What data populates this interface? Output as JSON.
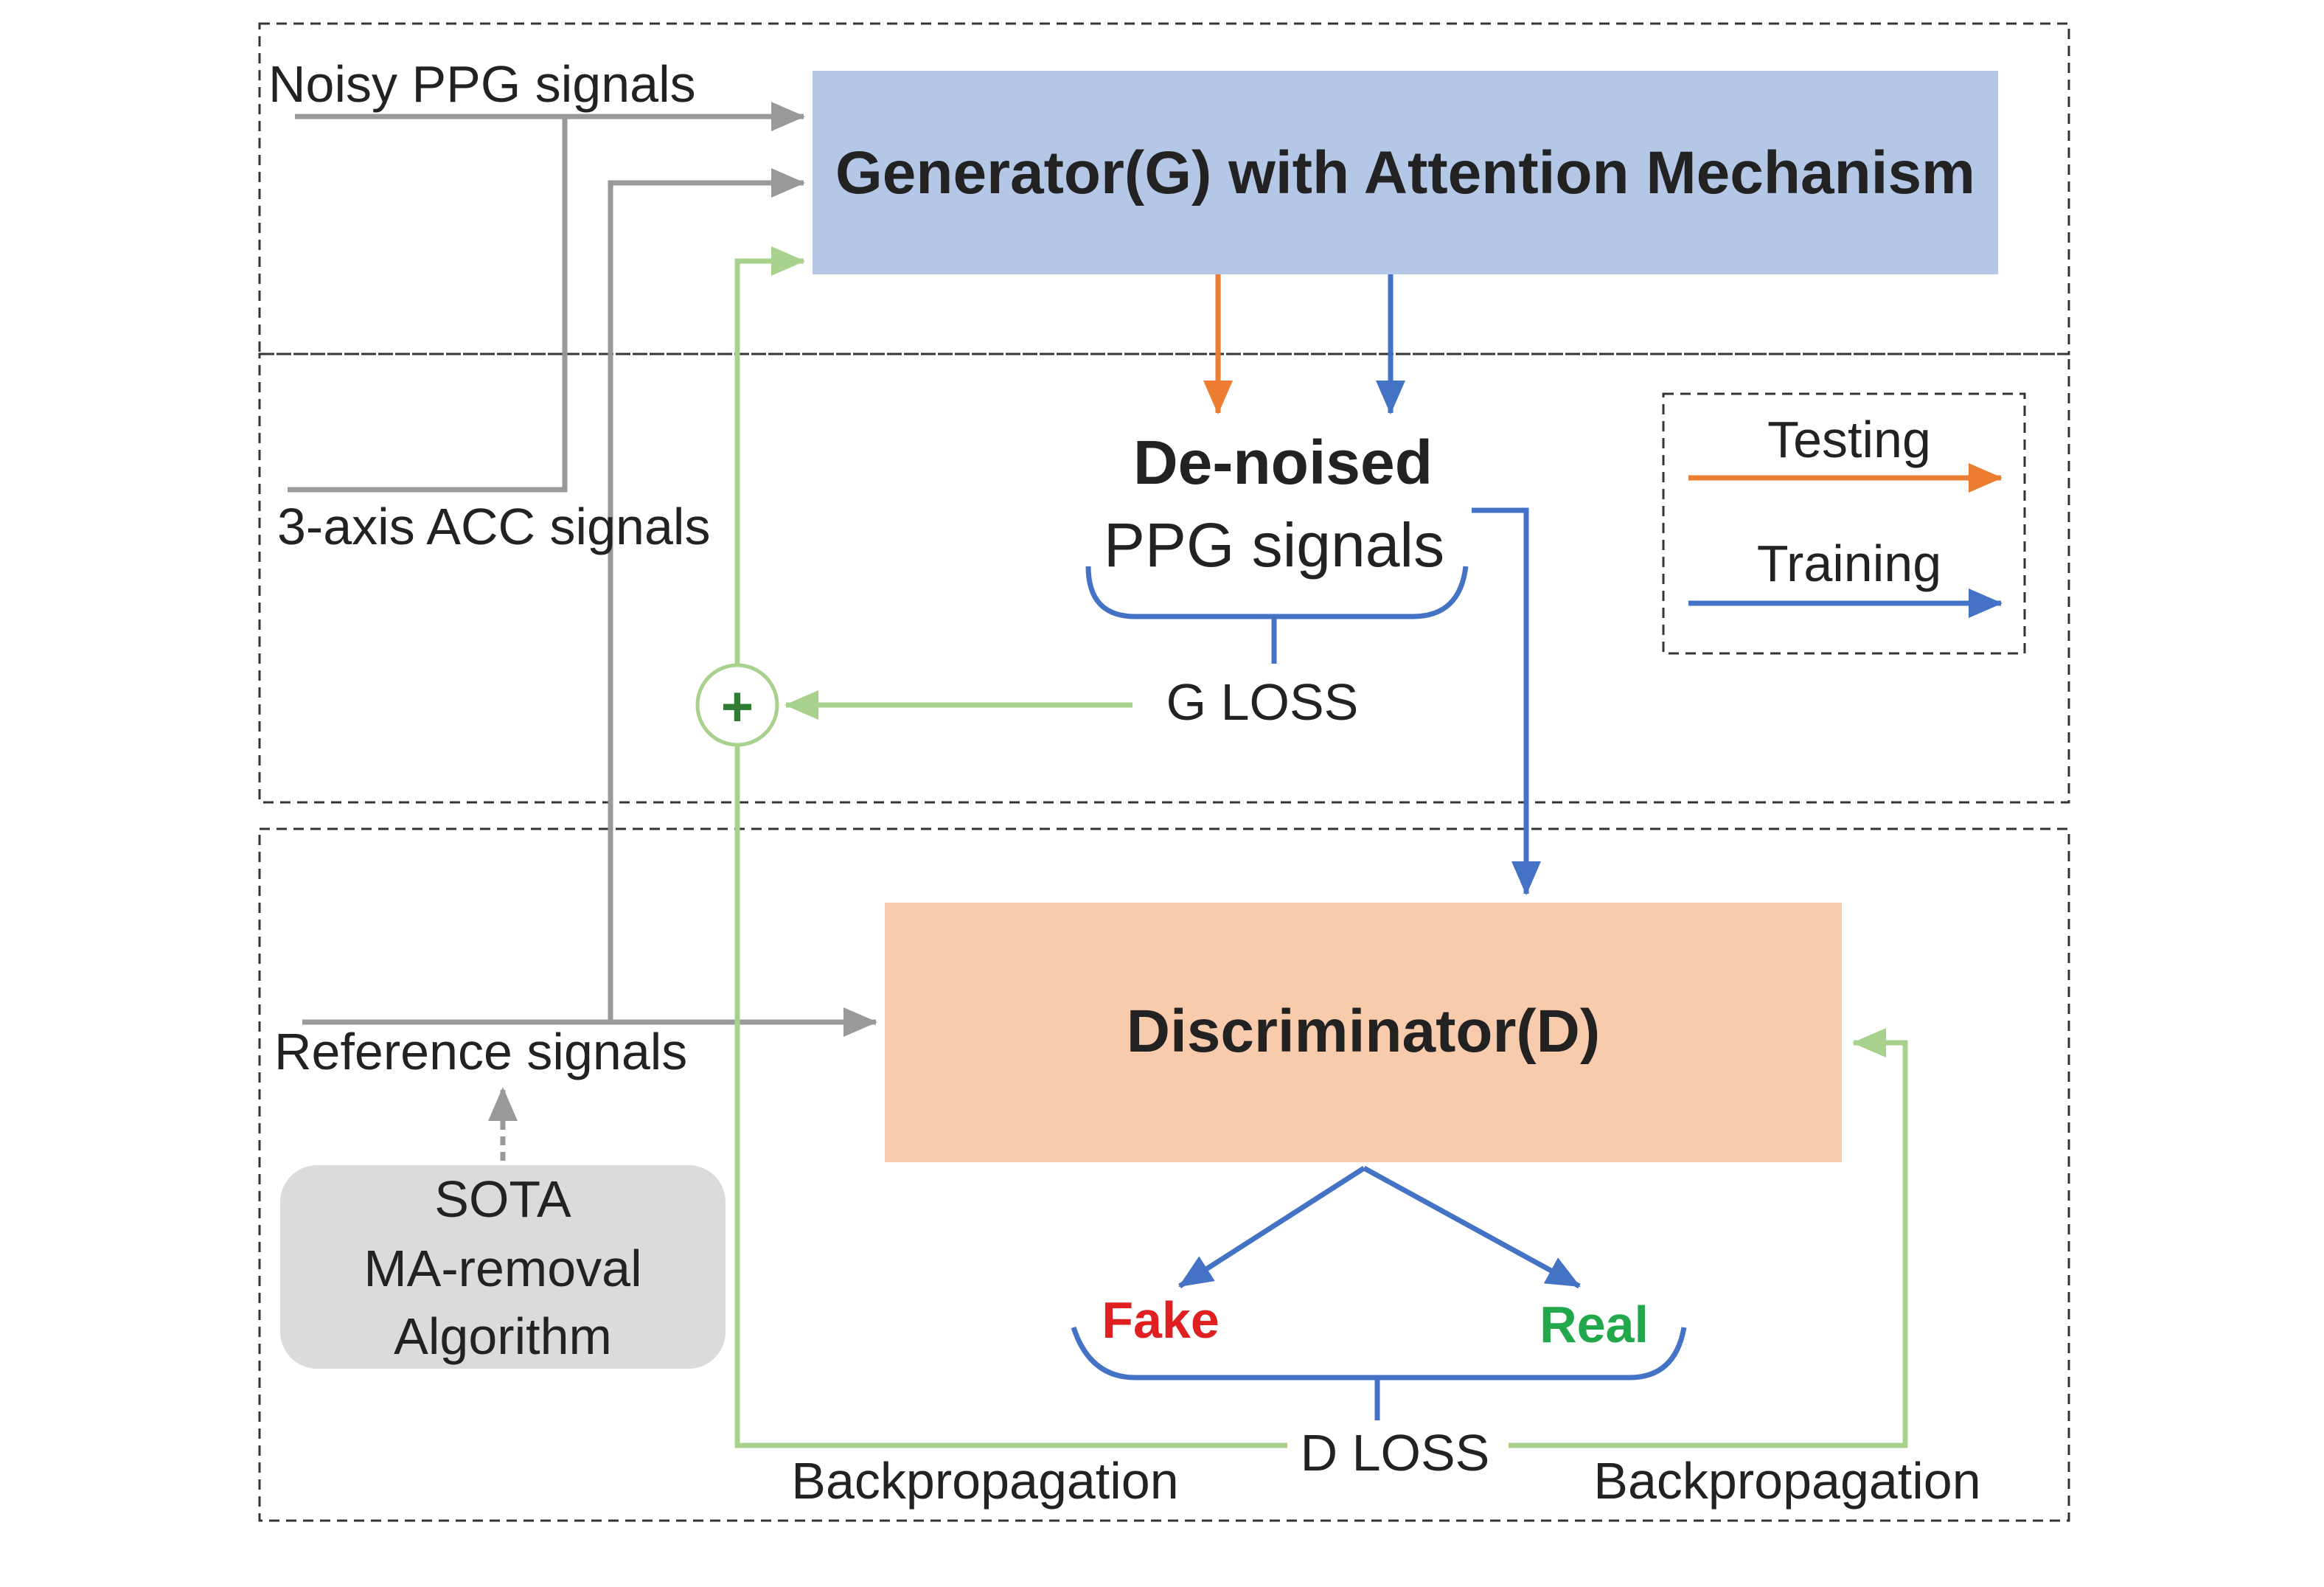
{
  "colors": {
    "generator_fill": "#b4c7e7",
    "discriminator_fill": "#f8cbad",
    "sota_fill": "#dbdbdb",
    "testing_arrow": "#ed7d31",
    "training_arrow": "#4472c4",
    "backprop_arrow": "#a9d18e",
    "input_arrow": "#999999",
    "fake_label": "#e02020",
    "real_label": "#22a84a",
    "plus_sign": "#2e7d32"
  },
  "inputs": {
    "noisy_ppg": "Noisy PPG signals",
    "acc": "3-axis ACC signals",
    "reference": "Reference signals"
  },
  "generator": {
    "label": "Generator(G) with Attention Mechanism"
  },
  "denoised": {
    "line1": "De-noised",
    "line2": "PPG signals"
  },
  "legend": {
    "testing": "Testing",
    "training": "Training"
  },
  "g_loss": "G LOSS",
  "plus": "+",
  "discriminator": {
    "label": "Discriminator(D)"
  },
  "outputs": {
    "fake": "Fake",
    "real": "Real"
  },
  "d_loss": "D LOSS",
  "backprop": {
    "left": "Backpropagation",
    "right": "Backpropagation"
  },
  "sota": {
    "line1": "SOTA",
    "line2": "MA-removal",
    "line3": "Algorithm"
  }
}
